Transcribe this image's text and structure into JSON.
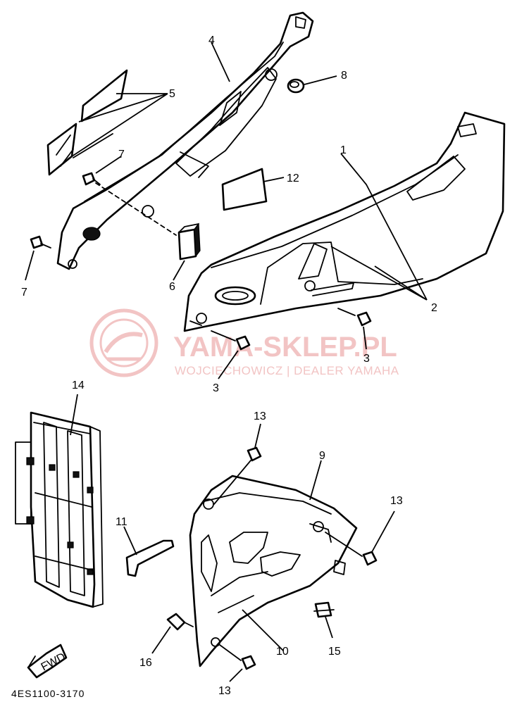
{
  "watermark": {
    "main": "YAMA-SKLEP.PL",
    "sub": "WOJCIECHOWICZ | DEALER YAMAHA",
    "color": "#f2c4c4"
  },
  "diagram_code": "4ES1100-3170",
  "fwd_label": "FWD",
  "callouts": {
    "c1": "1",
    "c2": "2",
    "c3a": "3",
    "c3b": "3",
    "c4": "4",
    "c5": "5",
    "c6": "6",
    "c7a": "7",
    "c7b": "7",
    "c8": "8",
    "c9": "9",
    "c10": "10",
    "c11": "11",
    "c12": "12",
    "c13a": "13",
    "c13b": "13",
    "c13c": "13",
    "c14": "14",
    "c15": "15",
    "c16": "16"
  }
}
